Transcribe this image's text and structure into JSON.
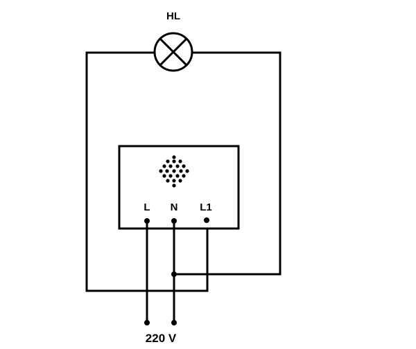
{
  "diagram": {
    "lamp_label": "HL",
    "terminals": {
      "L": "L",
      "N": "N",
      "L1": "L1"
    },
    "supply_label": "220 V"
  },
  "colors": {
    "line": "#000000",
    "background": "#ffffff"
  },
  "icons": {
    "lamp": "lamp-cross-circle-icon",
    "sensor": "sensor-dot-grid-icon"
  }
}
